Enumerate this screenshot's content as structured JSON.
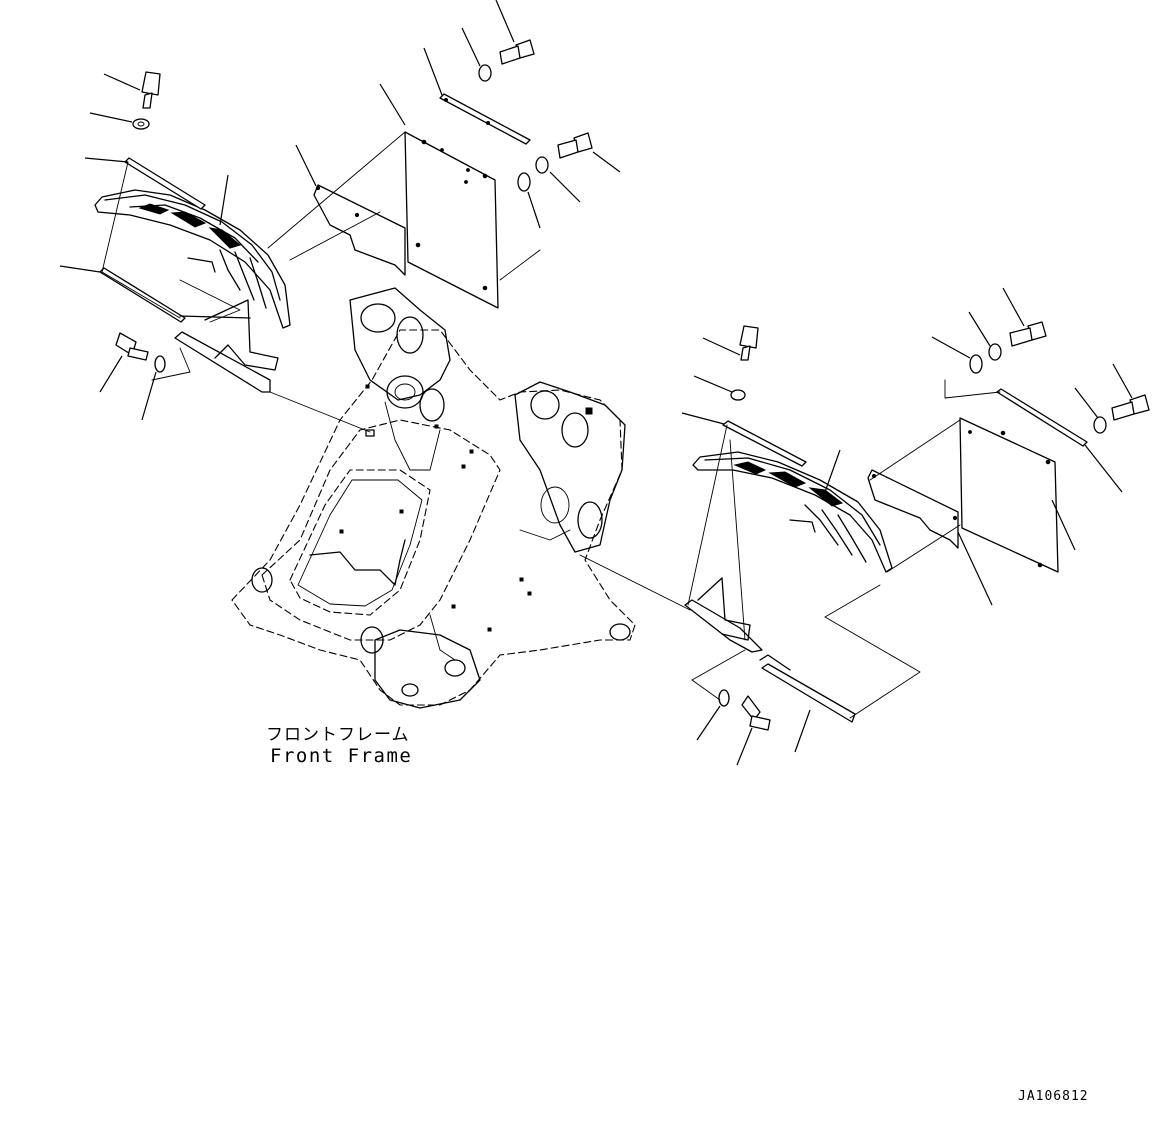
{
  "diagram": {
    "frame_label_jp": "フロントフレーム",
    "frame_label_en": "Front Frame",
    "drawing_id": "JA106812"
  },
  "icons": {
    "frame": "front-frame-illustration",
    "bolt": "hex-bolt-icon",
    "washer": "washer-icon",
    "nut": "hex-nut-icon",
    "step": "step-grating-icon",
    "flap": "mud-flap-icon"
  }
}
